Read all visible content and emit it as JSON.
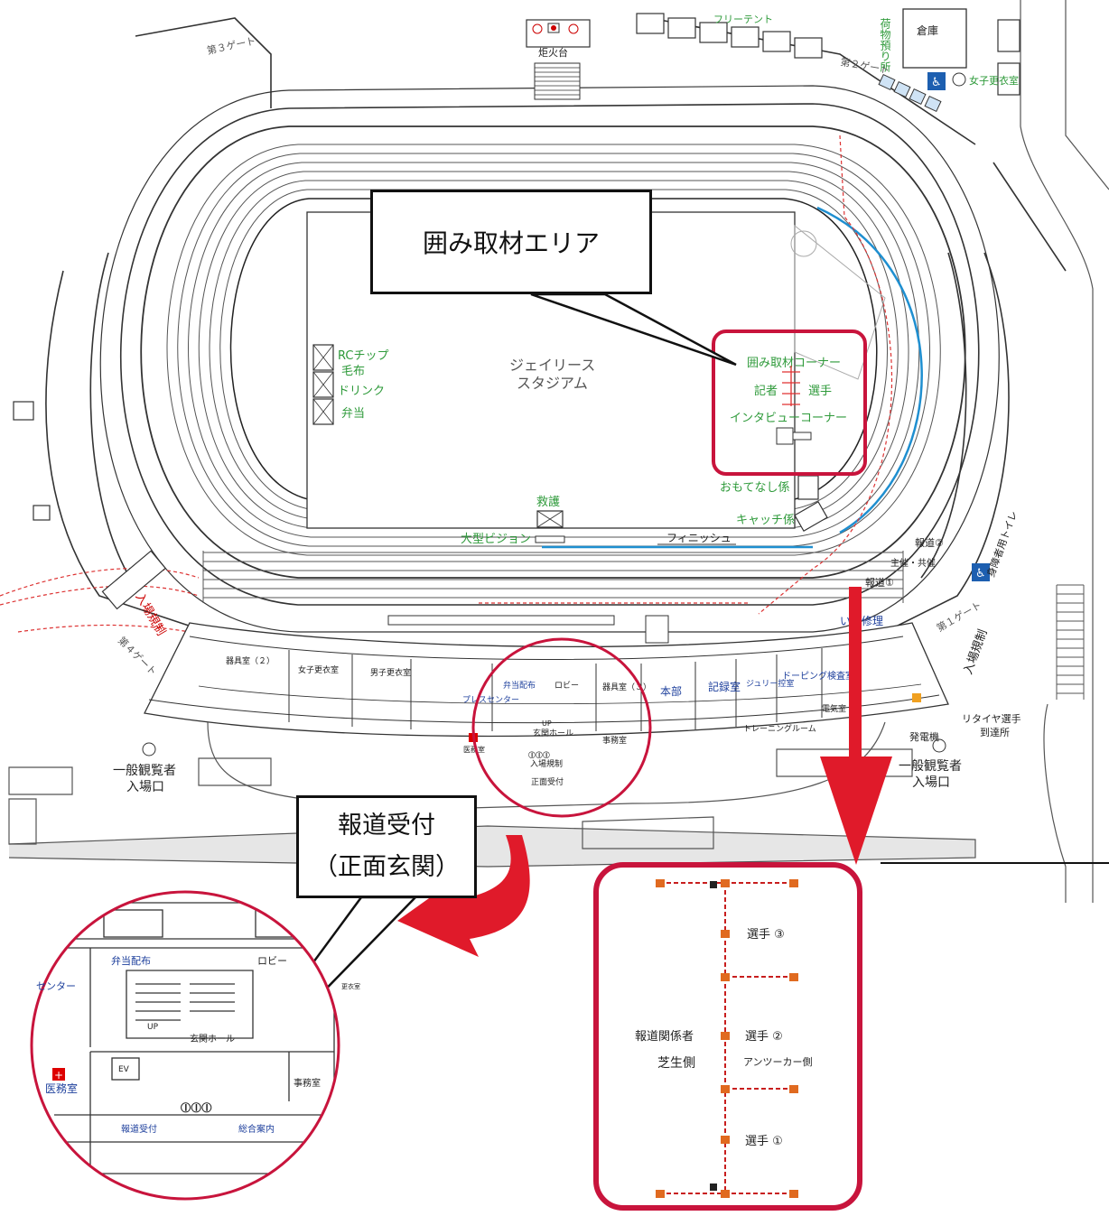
{
  "callouts": {
    "interview_area": "囲み取材エリア",
    "press_reception": "報道受付",
    "front_entrance": "（正面玄関）"
  },
  "stadium": {
    "name_line1": "ジェイリース",
    "name_line2": "スタジアム",
    "torch": "炬火台",
    "free_tent": "フリーテント",
    "gate3": "第３ゲート",
    "gate2": "第２ゲート",
    "gate1": "第１ゲート",
    "gate4": "第４ゲート",
    "storage": "倉庫",
    "baggage": "荷物預り所",
    "womens_changing_room": "女子更衣室",
    "disabled_toilet": "身障者用トイレ",
    "entry_control": "入場規制",
    "general_entrance_line1": "一般観覧者",
    "general_entrance_line2": "入場口",
    "retire_line1": "リタイヤ選手",
    "retire_line2": "到達所",
    "generator": "発電機",
    "front_desk": "正面受付"
  },
  "field": {
    "rc_chip": "RCチップ",
    "blanket": "毛布",
    "drink": "ドリンク",
    "lunch": "弁当",
    "rescue": "救護",
    "big_screen": "大型ビジョン",
    "finish": "フィニッシュ",
    "hospitality": "おもてなし係",
    "catch": "キャッチ係",
    "press2": "報道②",
    "press1": "報道①",
    "organizer": "主催・共催",
    "interview_corner": "囲み取材コーナー",
    "reporter": "記者",
    "athlete": "選手",
    "interview_corner2": "インタビューコーナー"
  },
  "building": {
    "equipment2": "器具室（２）",
    "womens_room": "女子更衣室",
    "mens_room": "男子更衣室",
    "bento": "弁当配布",
    "lobby": "ロビー",
    "equipment3": "器具室（３）",
    "press_center": "プレスセンター",
    "hq": "本部",
    "records": "記録室",
    "jury": "ジュリー控室",
    "doping": "ドーピング検査室",
    "entrance_hall": "玄関ホール",
    "up": "UP",
    "office": "事務室",
    "training": "トレーニングルーム",
    "medical": "医務室",
    "electric": "電気室",
    "chair_repair": "いす修理"
  },
  "inset_left": {
    "bento": "弁当配布",
    "lobby": "ロビー",
    "center": "センター",
    "up": "UP",
    "entrance_hall": "玄関ホール",
    "ev": "EV",
    "medical": "医務室",
    "office": "事務室",
    "press_reception": "報道受付",
    "info": "総合案内",
    "changing": "更衣室"
  },
  "inset_right": {
    "athlete3": "選手 ③",
    "athlete2": "選手 ②",
    "athlete1": "選手 ①",
    "press_people": "報道関係者",
    "lawn_side": "芝生側",
    "track_side": "アンツーカー側"
  }
}
